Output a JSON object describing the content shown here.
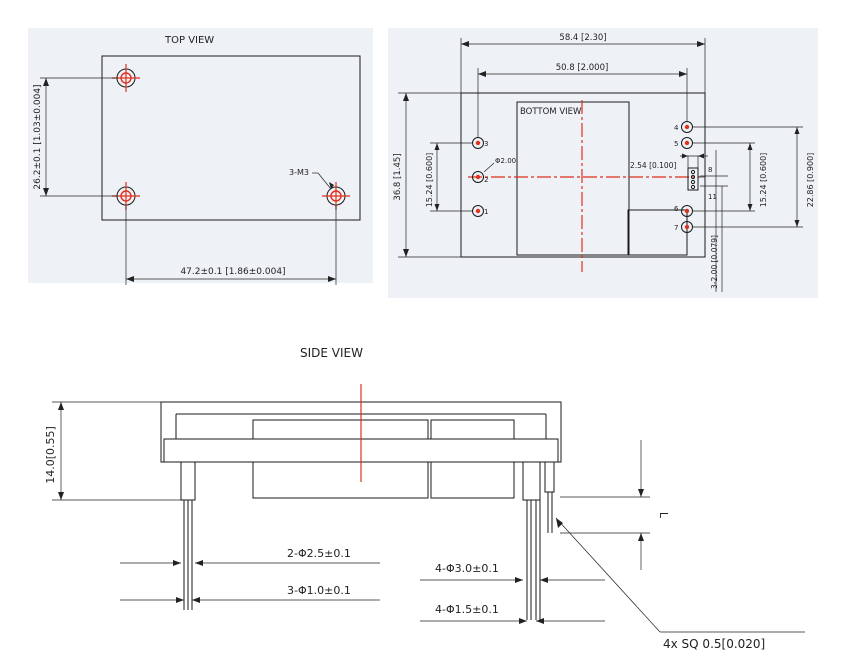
{
  "top_view": {
    "title": "TOP VIEW",
    "dim_height": "26.2±0.1 [1.03±0.004]",
    "dim_width": "47.2±0.1 [1.86±0.004]",
    "hole_label": "3-M3"
  },
  "bottom_view": {
    "title": "BOTTOM VIEW",
    "dim_overall_width": "58.4 [2.30]",
    "dim_pin_span": "50.8 [2.000]",
    "dim_height": "36.8 [1.45]",
    "dim_left_pins": "15.24 [0.600]",
    "pin_diameter": "Φ2.00",
    "dim_pin_pitch": "2.54 [0.100]",
    "dim_right_pins": "15.24 [0.600]",
    "dim_right_outer": "22.86 [0.900]",
    "dim_small_pins": "3-2.00 [0.079]",
    "left_pin_labels": [
      "3",
      "2",
      "1"
    ],
    "right_pin_labels": [
      "4",
      "5",
      "6",
      "7"
    ],
    "connector_labels": [
      "8",
      "11"
    ]
  },
  "side_view": {
    "title": "SIDE VIEW",
    "dim_height": "14.0[0.55]",
    "dim_l": "L",
    "callout_1": "2-Φ2.5±0.1",
    "callout_2": "3-Φ1.0±0.1",
    "callout_3": "4-Φ3.0±0.1",
    "callout_4": "4-Φ1.5±0.1",
    "callout_5": "4x SQ 0.5[0.020]"
  },
  "colors": {
    "centerline": "#e0301e",
    "line": "#1a1a1a",
    "panel": "#eef1f5"
  }
}
